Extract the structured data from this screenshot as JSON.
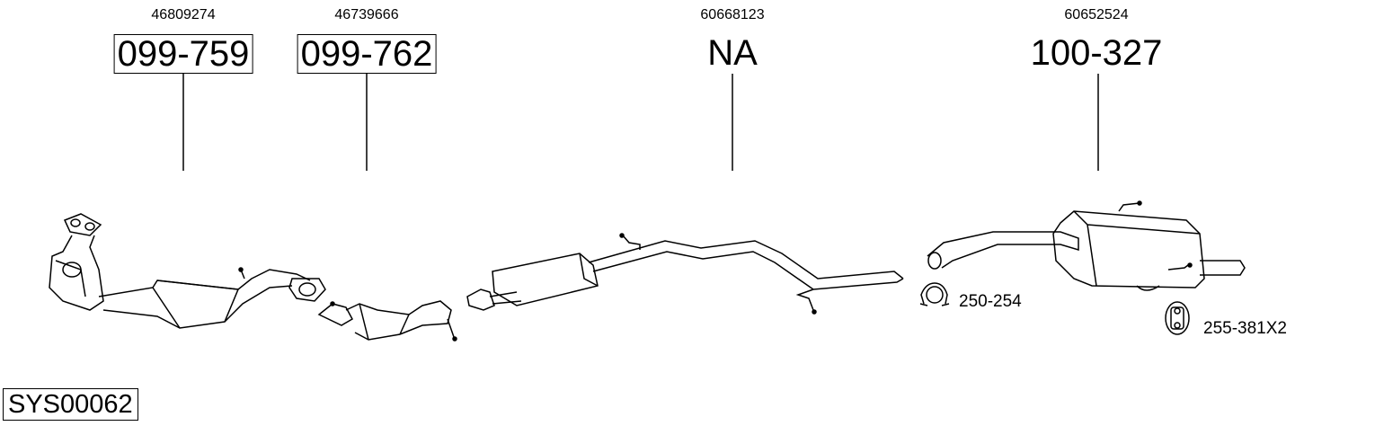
{
  "parts": [
    {
      "oem": "46809274",
      "part_number": "099-759",
      "boxed": true
    },
    {
      "oem": "46739666",
      "part_number": "099-762",
      "boxed": true
    },
    {
      "oem": "60668123",
      "part_number": "NA",
      "boxed": false
    },
    {
      "oem": "60652524",
      "part_number": "100-327",
      "boxed": false
    }
  ],
  "accessories": [
    {
      "part_number": "250-254",
      "icon": "clamp-icon"
    },
    {
      "part_number": "255-381X2",
      "icon": "rubber-hanger-icon"
    }
  ],
  "system_code": "SYS00062"
}
